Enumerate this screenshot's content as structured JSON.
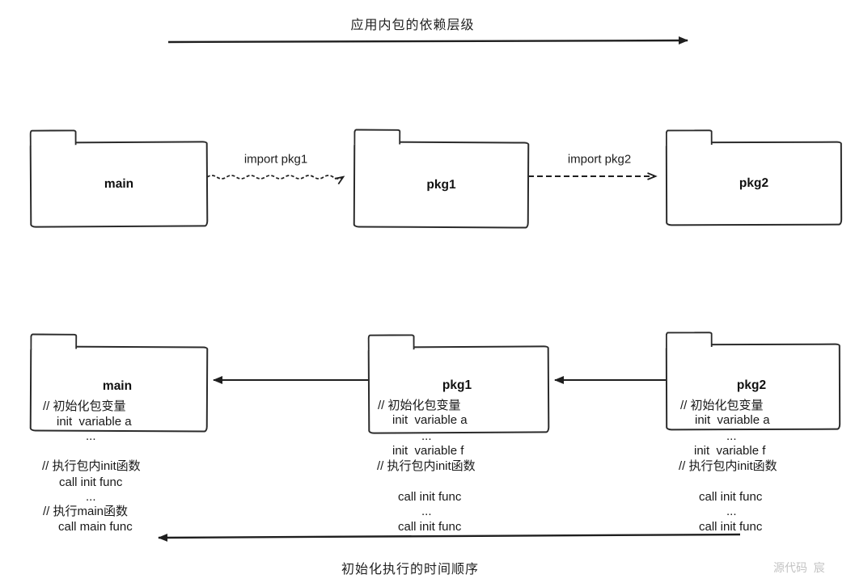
{
  "top_flow": {
    "title": "应用内包的依赖层级",
    "packages": [
      {
        "name": "main"
      },
      {
        "name": "pkg1"
      },
      {
        "name": "pkg2"
      }
    ],
    "import_labels": [
      "import pkg1",
      "import pkg2"
    ]
  },
  "bottom_flow": {
    "title": "初始化执行的时间顺序",
    "columns": [
      {
        "name": "main",
        "lines": [
          "// 初始化包变量",
          "init  variable a",
          "...",
          "// 执行包内init函数",
          "call init func",
          "...",
          "// 执行main函数",
          "call main func"
        ]
      },
      {
        "name": "pkg1",
        "lines": [
          "// 初始化包变量",
          "init  variable a",
          "...",
          "init  variable f",
          "// 执行包内init函数",
          "call init func",
          "...",
          "call init func"
        ]
      },
      {
        "name": "pkg2",
        "lines": [
          "// 初始化包变量",
          "init  variable a",
          "...",
          "init  variable f",
          "// 执行包内init函数",
          "call init func",
          "...",
          "call init func"
        ]
      }
    ]
  },
  "watermark": "源代码  宸",
  "colors": {
    "ink": "#1f1f1f",
    "watermark": "#c3c3c3"
  }
}
